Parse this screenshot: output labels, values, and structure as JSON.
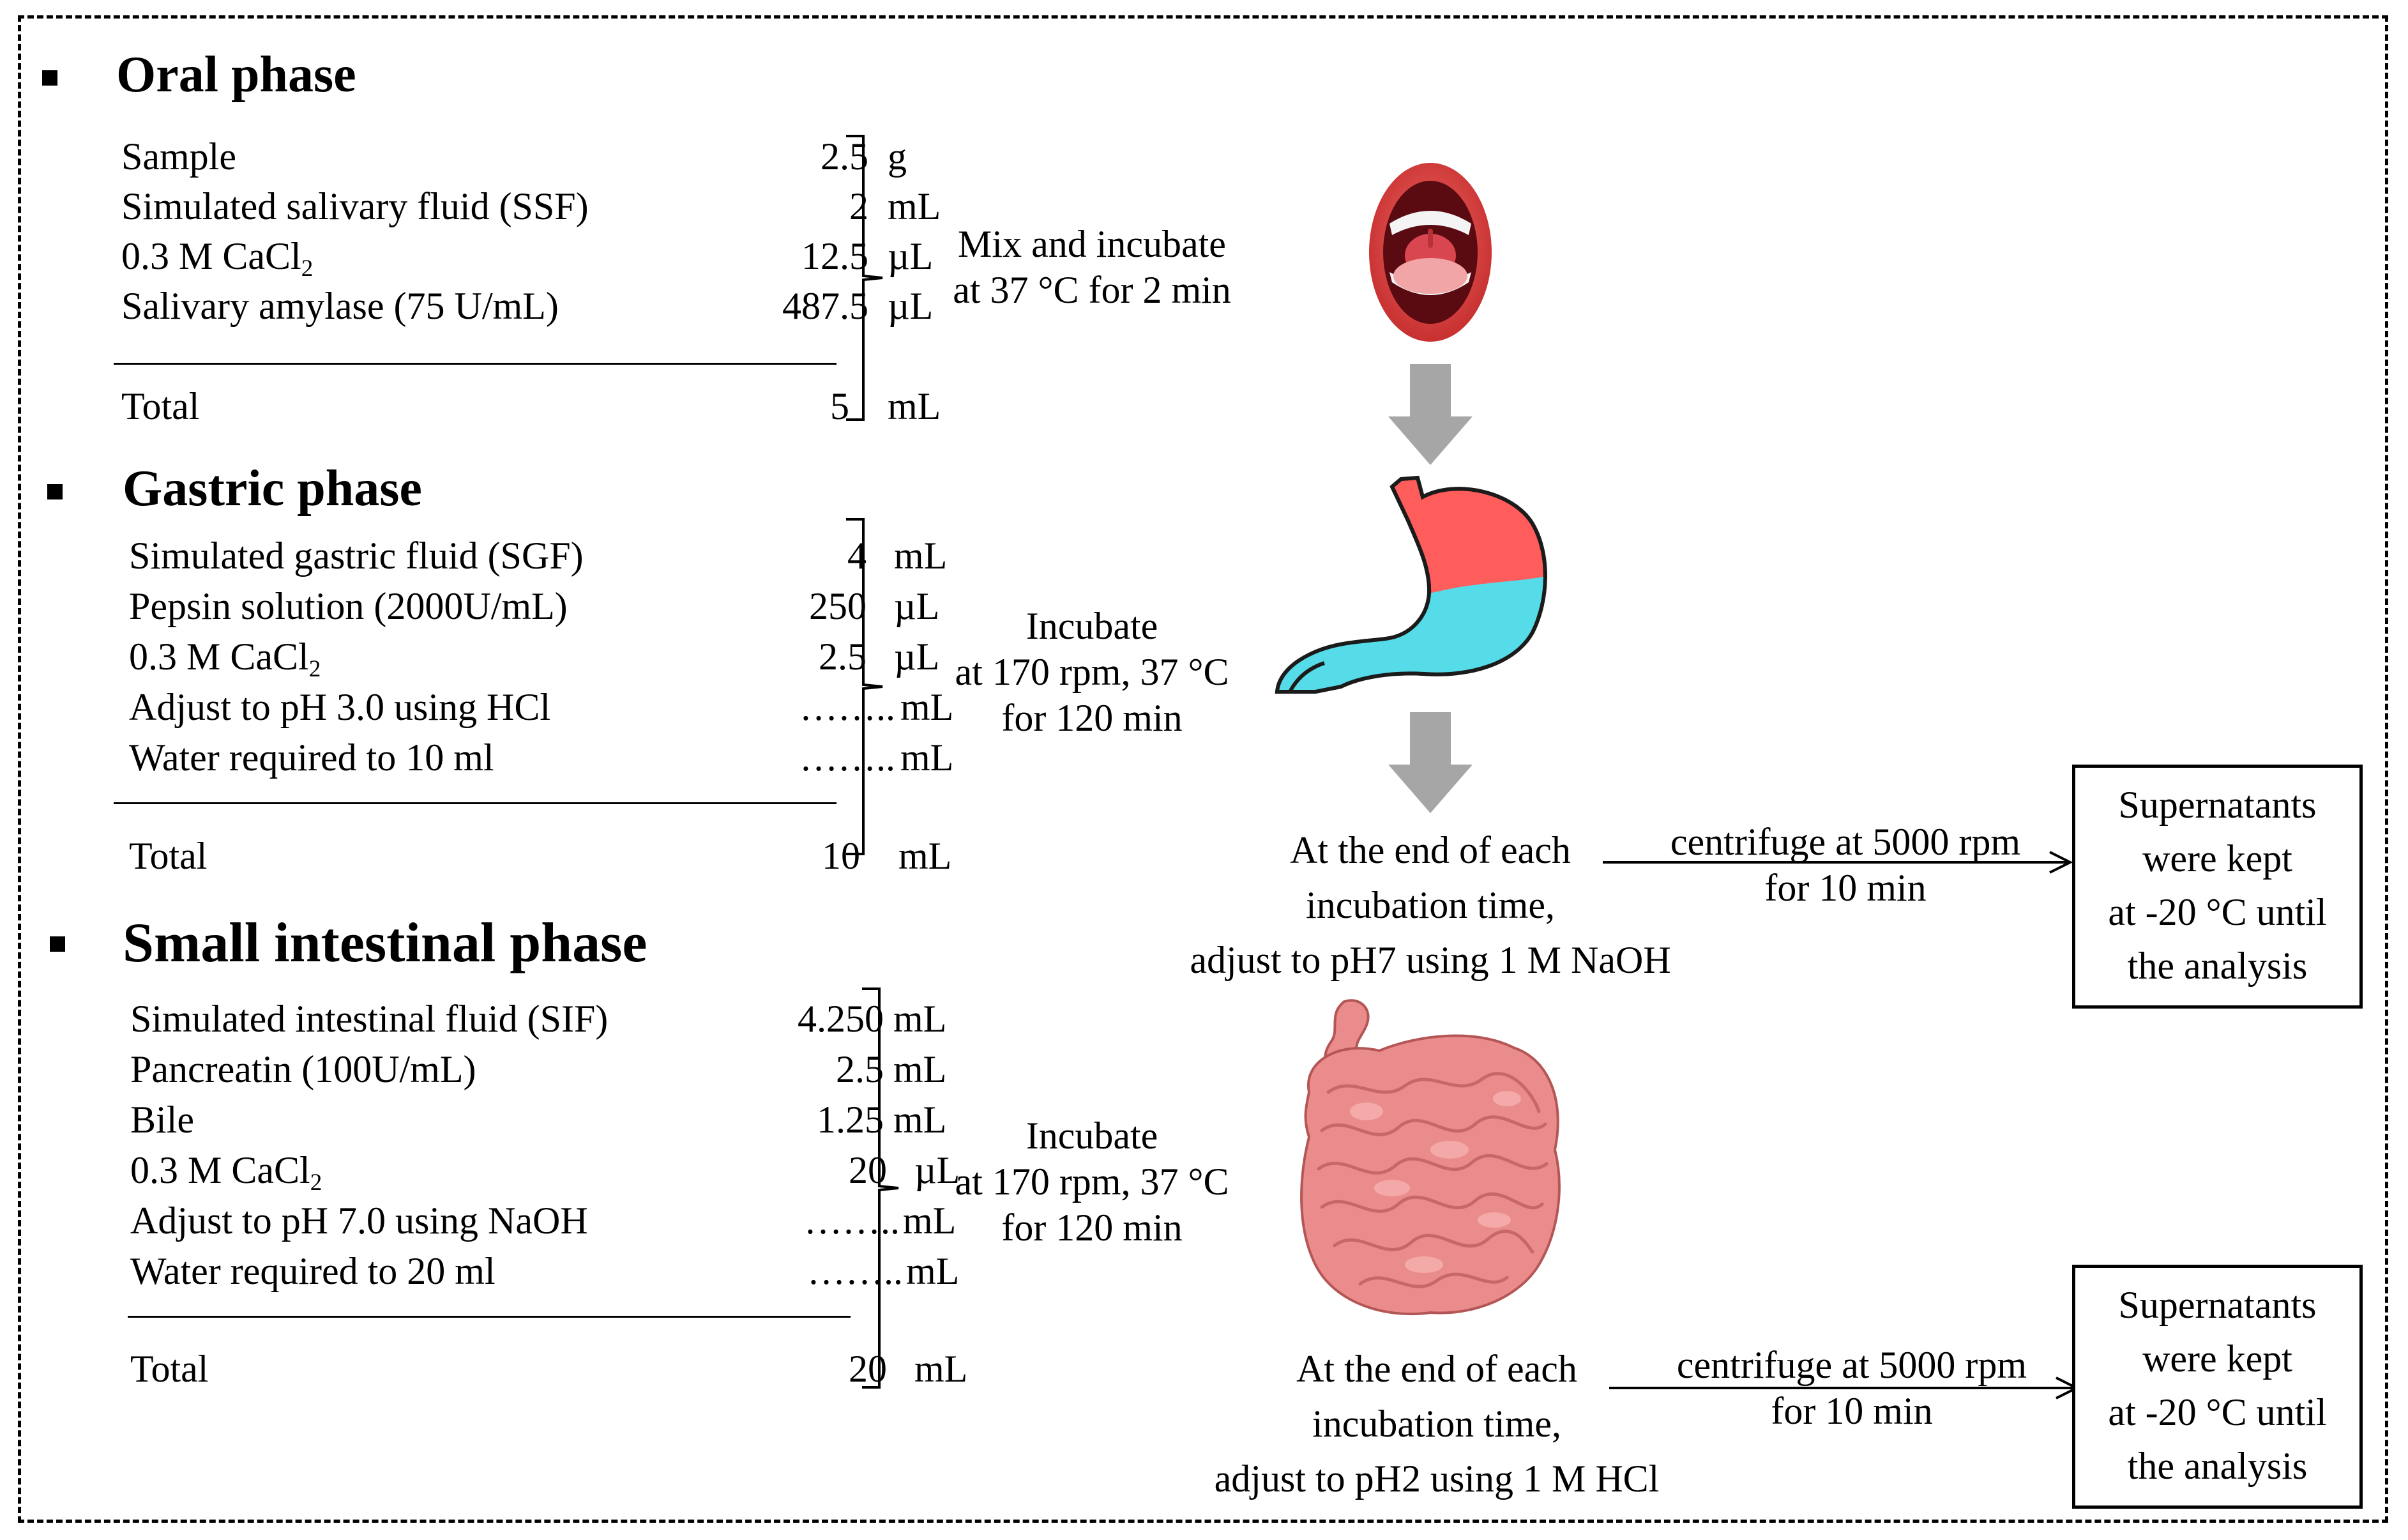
{
  "oral": {
    "heading": "Oral phase",
    "rows": [
      {
        "label": "Sample",
        "value": "2.5",
        "unit": "g"
      },
      {
        "label": "Simulated salivary  fluid (SSF)",
        "value": "2",
        "unit": "mL"
      },
      {
        "label_main": "0.3 M CaCl",
        "label_sub": "2",
        "value": "12.5",
        "unit": "µL"
      },
      {
        "label": "Salivary  amylase (75 U/mL)",
        "value": "487.5",
        "unit": "µL"
      }
    ],
    "total": {
      "label": "Total",
      "value": "5",
      "unit": "mL"
    },
    "step": [
      "Mix and incubate",
      "at 37 °C for 2 min"
    ]
  },
  "gastric": {
    "heading": "Gastric phase",
    "rows": [
      {
        "label": "Simulated gastric fluid (SGF)",
        "value": "4",
        "unit": "mL"
      },
      {
        "label": "Pepsin solution (2000U/mL)",
        "value": "250",
        "unit": "µL"
      },
      {
        "label_main": "0.3 M CaCl",
        "label_sub": "2",
        "value": "2.5",
        "unit": "µL"
      },
      {
        "label": "Adjust to pH 3.0 using HCl",
        "value": "……..",
        "unit": "mL"
      },
      {
        "label": "Water required to 10 ml",
        "value": "……..",
        "unit": "mL"
      }
    ],
    "total": {
      "label": "Total",
      "value": "10",
      "unit": "mL"
    },
    "step": [
      "Incubate",
      "at 170 rpm, 37 °C",
      "for 120 min"
    ],
    "end": [
      "At the end of each",
      "incubation time,",
      "adjust to pH7 using 1 M NaOH"
    ],
    "centrifuge": [
      "centrifuge at 5000 rpm",
      "for 10 min"
    ],
    "result": [
      "Supernatants",
      "were kept",
      "at -20 °C until",
      "the analysis"
    ]
  },
  "intestinal": {
    "heading": "Small intestinal phase",
    "rows": [
      {
        "label": "Simulated intestinal  fluid (SIF)",
        "value": "4.250",
        "unit": "mL"
      },
      {
        "label": "Pancreatin (100U/mL)",
        "value": "2.5",
        "unit": "mL"
      },
      {
        "label": "Bile",
        "value": "1.25",
        "unit": "mL"
      },
      {
        "label_main": "0.3 M CaCl",
        "label_sub": "2",
        "value": "20",
        "unit": "µL"
      },
      {
        "label": "Adjust to pH 7.0 using NaOH",
        "value": "……..",
        "unit": "mL"
      },
      {
        "label": "Water required to 20 ml",
        "value": "……..",
        "unit": "mL"
      }
    ],
    "total": {
      "label": "Total",
      "value": "20",
      "unit": "mL"
    },
    "step": [
      "Incubate",
      "at 170 rpm, 37 °C",
      "for 120 min"
    ],
    "end": [
      "At the end of each",
      "incubation time,",
      "adjust to pH2 using 1 M HCl"
    ],
    "centrifuge": [
      "centrifuge at 5000 rpm",
      "for 10 min"
    ],
    "result": [
      "Supernatants",
      "were kept",
      "at -20 °C until",
      "the analysis"
    ]
  },
  "icons": [
    "mouth-icon",
    "stomach-icon",
    "small-intestine-icon",
    "down-arrow-icon",
    "right-arrow-icon"
  ],
  "colors": {
    "mouth_red": "#e0413f",
    "stomach_red": "#ff5c5c",
    "stomach_fluid": "#55dce8",
    "intestine_pink": "#ea8c8c",
    "arrow_gray": "#a6a6a6"
  }
}
